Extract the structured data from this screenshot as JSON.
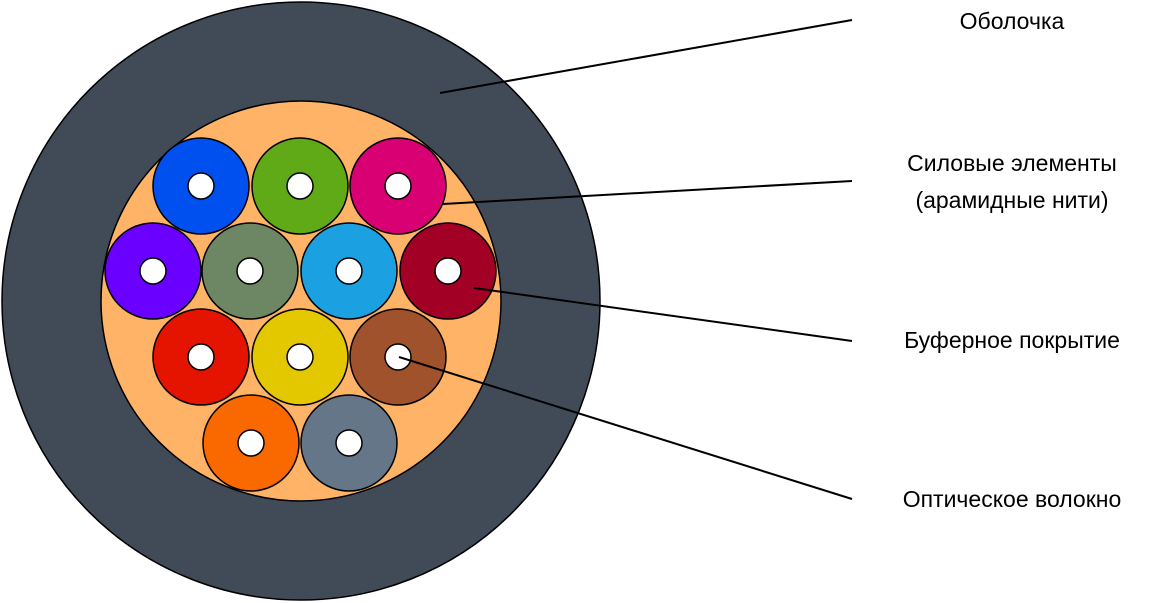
{
  "colors": {
    "sheath": "#414b58",
    "strength_members": "#ffb366",
    "fiber_core": "#ffffff"
  },
  "fibers": [
    {
      "color": "#0050ef"
    },
    {
      "color": "#60a917"
    },
    {
      "color": "#d80073"
    },
    {
      "color": "#6a00ff"
    },
    {
      "color": "#6d8764"
    },
    {
      "color": "#1ba1e2"
    },
    {
      "color": "#a20025"
    },
    {
      "color": "#e51400"
    },
    {
      "color": "#e3c800"
    },
    {
      "color": "#a0522d"
    },
    {
      "color": "#fa6800"
    },
    {
      "color": "#647687"
    }
  ],
  "labels": {
    "sheath": "Оболочка",
    "strength_line1": "Силовые элементы",
    "strength_line2": "(арамидные нити)",
    "buffer": "Буферное покрытие",
    "fiber": "Оптическое волокно"
  }
}
